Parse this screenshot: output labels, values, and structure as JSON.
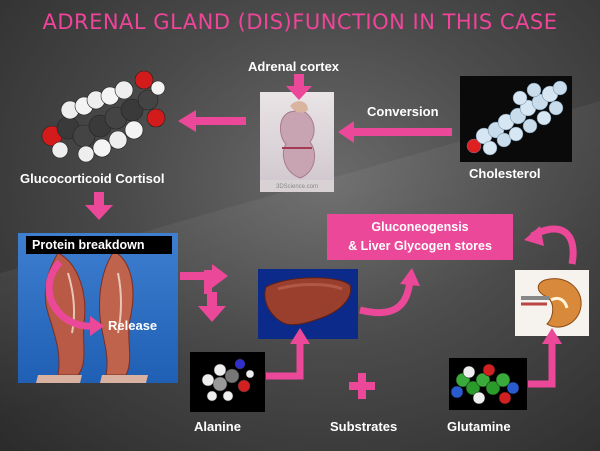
{
  "title": "ADRENAL GLAND (DIS)FUNCTION IN THIS CASE",
  "labels": {
    "adrenal_cortex": "Adrenal cortex",
    "conversion": "Conversion",
    "cholesterol": "Cholesterol",
    "cortisol": "Glucocorticoid Cortisol",
    "protein_breakdown": "Protein breakdown",
    "release": "Release",
    "gluconeogenesis_line1": "Gluconeogensis",
    "gluconeogenesis_line2": "& Liver Glycogen stores",
    "alanine": "Alanine",
    "substrates": "Substrates",
    "glutamine": "Glutamine",
    "plus": "+"
  },
  "kidney_image_caption": "3DScience.com",
  "colors": {
    "title": "#f0449a",
    "arrow": "#ec4899",
    "label_box": "#ec4899",
    "label_text": "#ffffff",
    "background": "#4a4a4a"
  },
  "icons": [
    "cortisol-molecule-image",
    "adrenal-kidney-image",
    "cholesterol-molecule-image",
    "leg-muscle-image",
    "liver-image",
    "kidney-image",
    "alanine-molecule-image",
    "glutamine-molecule-image"
  ]
}
